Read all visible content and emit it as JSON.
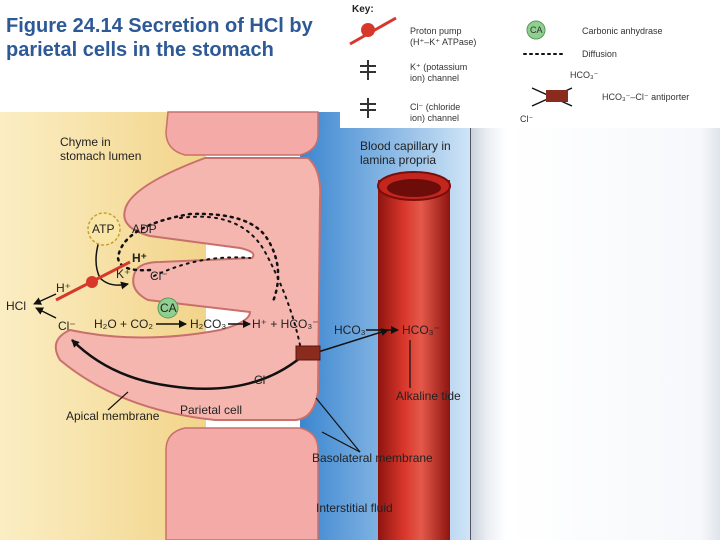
{
  "title": "Figure 24.14 Secretion of HCl by parietal cells in the stomach",
  "key": {
    "title": "Key:",
    "proton_pump": "Proton pump (H⁺–K⁺ ATPase)",
    "k_channel": "K⁺ (potassium ion) channel",
    "cl_channel": "Cl⁻ (chloride ion) channel",
    "carbonic_anhydrase_symbol": "CA",
    "carbonic_anhydrase": "Carbonic anhydrase",
    "diffusion": "Diffusion",
    "antiporter_hco3": "HCO₃⁻",
    "antiporter": "HCO₃⁻–Cl⁻ antiporter",
    "antiporter_cl": "Cl⁻"
  },
  "labels": {
    "chyme": "Chyme in stomach lumen",
    "blood_capillary": "Blood capillary in lamina propria",
    "atp": "ATP",
    "adp": "ADP",
    "h_pump": "H⁺",
    "k_pump": "K⁺",
    "h_left": "H⁺",
    "cl_small": "Cl⁻",
    "hcl": "HCl",
    "ca": "CA",
    "cl_lumen": "Cl⁻",
    "equation_left": "H₂O + CO₂",
    "equation_mid": "H₂CO₃",
    "equation_right": "H⁺ + HCO₃⁻",
    "hco3_out": "HCO₃",
    "hco3_blood": "HCO₃⁻",
    "cl_in": "Cl",
    "alkaline_tide": "Alkaline tide",
    "apical_membrane": "Apical membrane",
    "parietal_cell": "Parietal cell",
    "basolateral_membrane": "Basolateral membrane",
    "interstitial_fluid": "Interstitial fluid"
  },
  "colors": {
    "title": "#2d5a96",
    "lumen": "#f6dc98",
    "cell": "#f6b6b0",
    "interstitial": "#5fa4dc",
    "capillary": "#c3261f",
    "pump": "#d8382c",
    "ca": "#8fcf8f"
  }
}
